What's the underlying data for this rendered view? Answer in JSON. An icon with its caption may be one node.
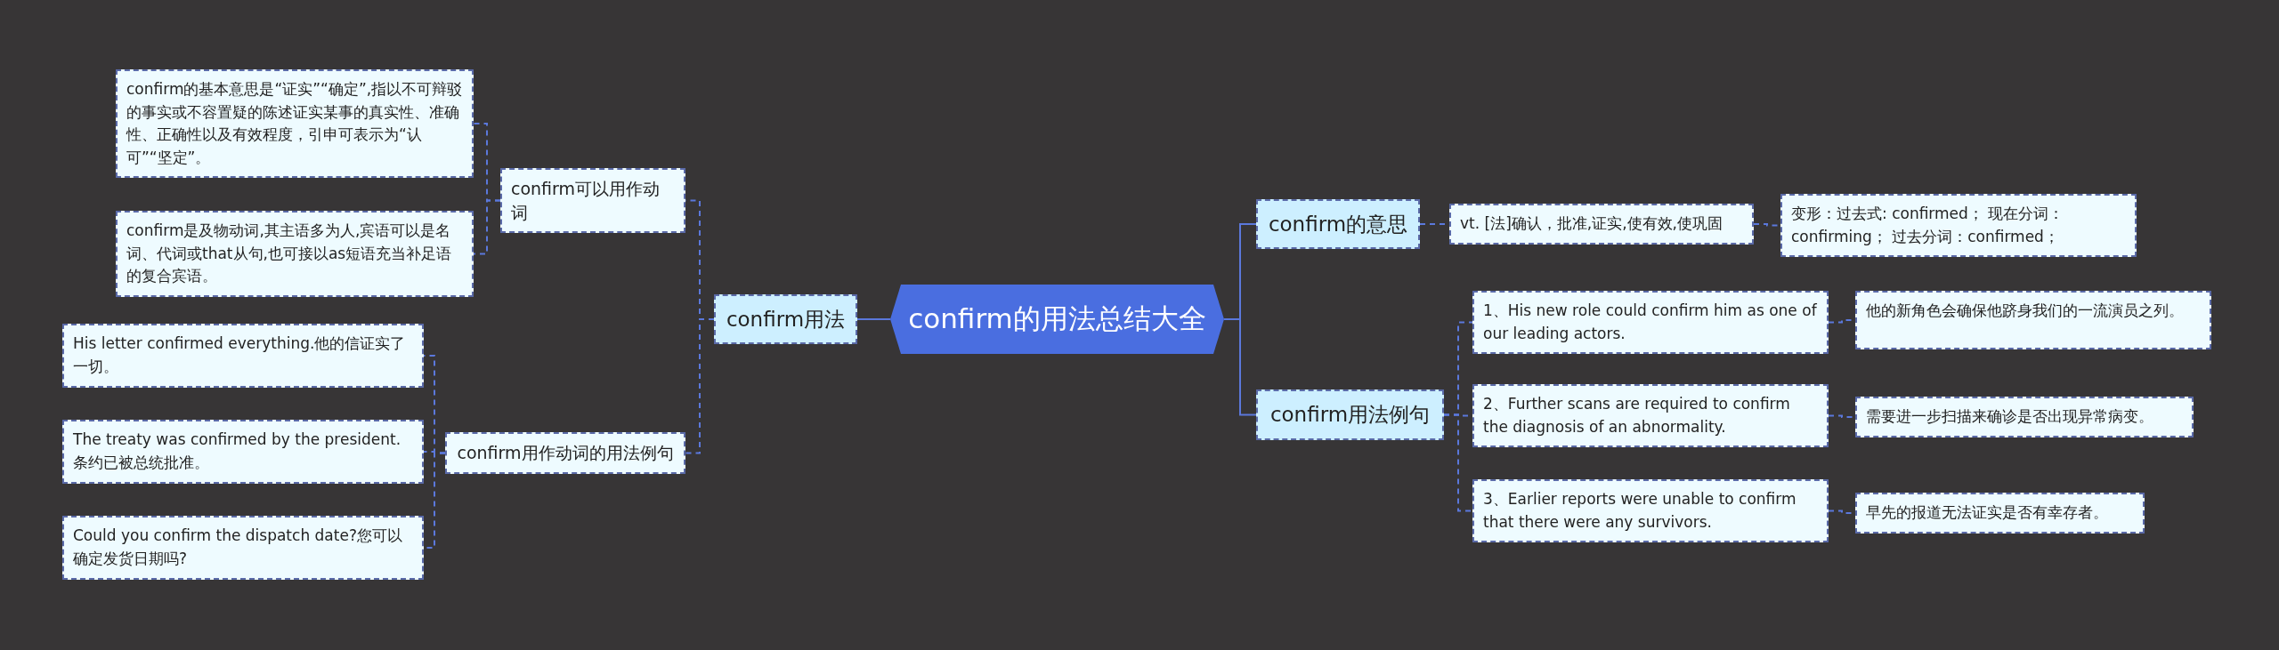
{
  "diagram": {
    "nodes": [
      {
        "text": [
          "confirm的用法总结大全"
        ]
      },
      {
        "text": [
          "confirm用法"
        ]
      },
      {
        "text": [
          "confirm可以用作动词"
        ]
      },
      {
        "text": [
          "confirm的基本意思是“证实”“确定”,指以不可辩驳的事实或不容置疑的陈述证实某事的真实性、准确性、正确性以及有效程度，引申可表示为“认可”“坚定”。"
        ]
      },
      {
        "text": [
          "confirm是及物动词,其主语多为人,宾语可以是名词、代词或that从句,也可接以as短语充当补足语的复合宾语。"
        ]
      },
      {
        "text": [
          "confirm用作动词的用法例句"
        ]
      },
      {
        "text": [
          "His letter confirmed everything.他的信证实了一切。"
        ]
      },
      {
        "text": [
          "The treaty was confirmed by the president.条约已被总统批准。"
        ]
      },
      {
        "text": [
          "Could you confirm the dispatch date?您可以确定发货日期吗?"
        ]
      },
      {
        "text": [
          "confirm的意思"
        ]
      },
      {
        "text": [
          "vt. [法]确认，批准,证实,使有效,使巩固"
        ]
      },
      {
        "text": [
          "变形：过去式: confirmed； 现在分词：confirming； 过去分词：confirmed；"
        ]
      },
      {
        "text": [
          "confirm用法例句"
        ]
      },
      {
        "text": [
          "1、His new role could confirm him as one of our leading actors."
        ]
      },
      {
        "text": [
          "他的新角色会确保他跻身我们的一流演员之列。"
        ]
      },
      {
        "text": [
          "2、Further scans are required to confirm the diagnosis of an abnormality."
        ]
      },
      {
        "text": [
          "需要进一步扫描来确诊是否出现异常病变。"
        ]
      },
      {
        "text": [
          "3、Earlier reports were unable to confirm that there were any survivors."
        ]
      },
      {
        "text": [
          "早先的报道无法证实是否有幸存者。"
        ]
      }
    ],
    "edges": [
      {
        "from": 0,
        "to": 1,
        "arrow": "none"
      },
      {
        "from": 1,
        "to": 2,
        "arrow": "none",
        "style": "dashed"
      },
      {
        "from": 2,
        "to": 3,
        "arrow": "none",
        "style": "dashed"
      },
      {
        "from": 2,
        "to": 4,
        "arrow": "none",
        "style": "dashed"
      },
      {
        "from": 1,
        "to": 5,
        "arrow": "none",
        "style": "dashed"
      },
      {
        "from": 5,
        "to": 6,
        "arrow": "none",
        "style": "dashed"
      },
      {
        "from": 5,
        "to": 7,
        "arrow": "none",
        "style": "dashed"
      },
      {
        "from": 5,
        "to": 8,
        "arrow": "none",
        "style": "dashed"
      },
      {
        "from": 0,
        "to": 9,
        "arrow": "none"
      },
      {
        "from": 9,
        "to": 10,
        "arrow": "none",
        "style": "dashed"
      },
      {
        "from": 10,
        "to": 11,
        "arrow": "none",
        "style": "dashed"
      },
      {
        "from": 0,
        "to": 12,
        "arrow": "none"
      },
      {
        "from": 12,
        "to": 13,
        "arrow": "none",
        "style": "dashed"
      },
      {
        "from": 13,
        "to": 14,
        "arrow": "none",
        "style": "dashed"
      },
      {
        "from": 12,
        "to": 15,
        "arrow": "none",
        "style": "dashed"
      },
      {
        "from": 15,
        "to": 16,
        "arrow": "none",
        "style": "dashed"
      },
      {
        "from": 12,
        "to": 17,
        "arrow": "none",
        "style": "dashed"
      },
      {
        "from": 17,
        "to": 18,
        "arrow": "none",
        "style": "dashed"
      }
    ]
  }
}
